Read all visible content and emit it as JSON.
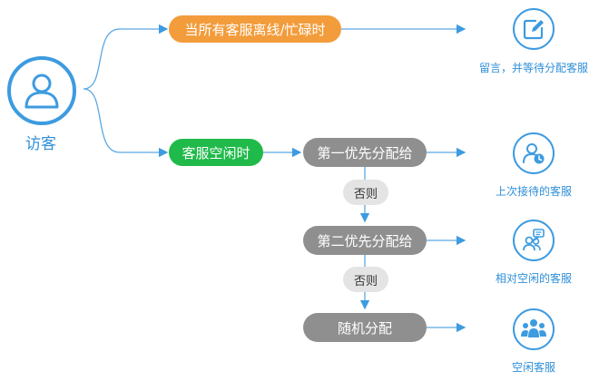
{
  "visitor": {
    "label": "访客",
    "icon": "user-icon"
  },
  "branches": {
    "offline": {
      "label": "当所有客服离线/忙碌时",
      "color": "#f39c3b"
    },
    "idle": {
      "label": "客服空闲时",
      "color": "#1fba4a"
    }
  },
  "steps": [
    {
      "label": "第一优先分配给",
      "otherwise": "否则"
    },
    {
      "label": "第二优先分配给",
      "otherwise": "否则"
    },
    {
      "label": "随机分配"
    }
  ],
  "outcomes": {
    "message": {
      "caption": "留言，并等待分配客服",
      "icon": "edit-note-icon"
    },
    "last": {
      "caption": "上次接待的客服",
      "icon": "user-clock-icon"
    },
    "relative": {
      "caption": "相对空闲的客服",
      "icon": "users-chat-icon"
    },
    "idle": {
      "caption": "空闲客服",
      "icon": "group-icon"
    }
  },
  "colors": {
    "accent": "#3d9be0",
    "line": "#5aa8e2",
    "gray": "#8f8f8f"
  }
}
